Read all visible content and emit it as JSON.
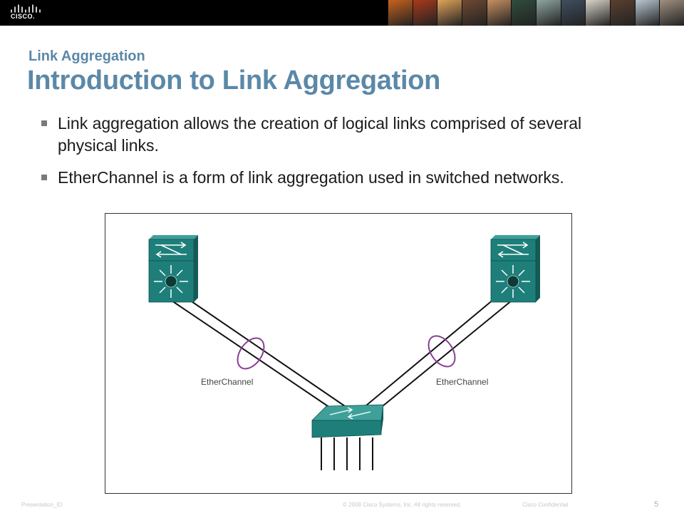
{
  "header": {
    "logo_text": "CISCO.",
    "logo_icon": "cisco-bridge-icon",
    "photo_colors": [
      "#c8611d",
      "#a83a1a",
      "#e0a35a",
      "#6f4a32",
      "#c79060",
      "#2f4d3c",
      "#8fa6a0",
      "#3f4f60",
      "#d9d4c8",
      "#5a4030",
      "#b7c7d0",
      "#a09080"
    ]
  },
  "slide": {
    "subtitle": "Link Aggregation",
    "title": "Introduction to Link Aggregation",
    "bullets": [
      "Link aggregation allows the creation of logical links comprised of several physical links.",
      "EtherChannel is a form of link aggregation used in switched networks."
    ]
  },
  "diagram": {
    "left_label": "EtherChannel",
    "right_label": "EtherChannel",
    "device_color": "#1e7f7a",
    "ring_color": "#8a3d96"
  },
  "footer": {
    "presentation_id": "Presentation_ID",
    "copyright": "© 2008 Cisco Systems, Inc. All rights reserved.",
    "confidential": "Cisco Confidential",
    "page_number": "5"
  }
}
